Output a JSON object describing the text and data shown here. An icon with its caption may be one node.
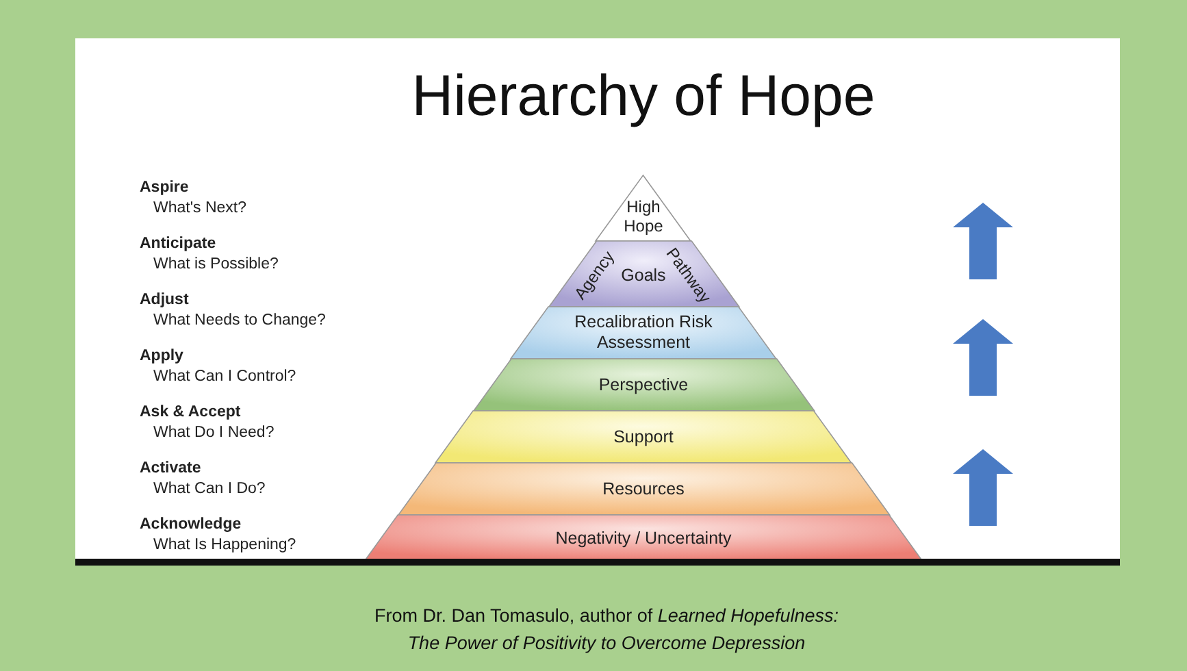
{
  "diagram": {
    "title": "Hierarchy of Hope",
    "caption": "From Dr. Dan Tomasulo, author of *Learned Hopefulness: The Power of Positivity to Overcome Depression*",
    "nodes": [
      {
        "text": [
          "High Hope"
        ]
      },
      {
        "text": [
          "Agency",
          "Goals",
          "Pathway"
        ]
      },
      {
        "text": [
          "Recalibration Risk Assessment"
        ]
      },
      {
        "text": [
          "Perspective"
        ]
      },
      {
        "text": [
          "Support"
        ]
      },
      {
        "text": [
          "Resources"
        ]
      },
      {
        "text": [
          "Negativity / Uncertainty"
        ]
      }
    ],
    "labels": [
      "Aspire",
      "What's Next?",
      "Anticipate",
      "What is Possible?",
      "Adjust",
      "What Needs to Change?",
      "Apply",
      "What Can I Control?",
      "Ask & Accept",
      "What Do I Need?",
      "Activate",
      "What Can I Do?",
      "Acknowledge",
      "What Is Happening?"
    ]
  }
}
